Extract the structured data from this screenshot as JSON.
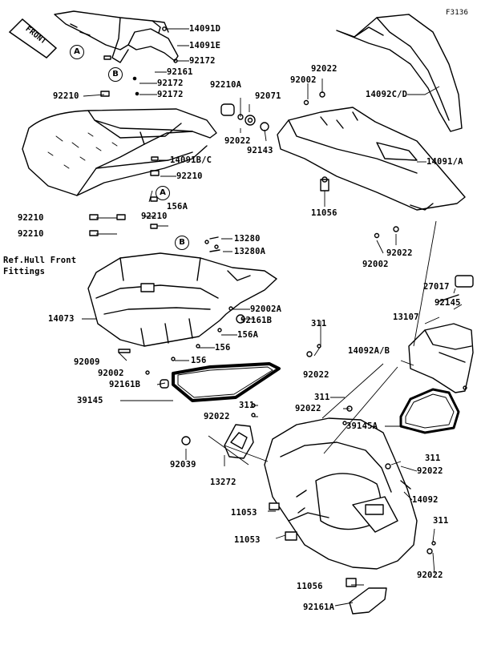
{
  "figure_code": "F3136",
  "front_tag": "FRONT",
  "reference_note": "Ref.Hull Front\nFittings",
  "callouts": [
    "A",
    "B",
    "A",
    "B"
  ],
  "part_labels": [
    "14091D",
    "14091E",
    "92172",
    "92161",
    "92172",
    "92172",
    "92210",
    "92210A",
    "92071",
    "92022",
    "92143",
    "92002",
    "92022",
    "14092C/D",
    "14091B/C",
    "92210",
    "156A",
    "92210",
    "92210",
    "92210",
    "14091/A",
    "11056",
    "92002",
    "92022",
    "13280",
    "13280A",
    "14073",
    "92002A",
    "92161B",
    "156A",
    "156",
    "156",
    "92009",
    "92002",
    "92161B",
    "39145",
    "27017",
    "92145",
    "13107",
    "311",
    "92022",
    "14092A/B",
    "311",
    "92022",
    "311",
    "92022",
    "39145A",
    "92039",
    "13272",
    "311",
    "92022",
    "14092",
    "11053",
    "11053",
    "311",
    "92022",
    "11056",
    "92161A"
  ]
}
